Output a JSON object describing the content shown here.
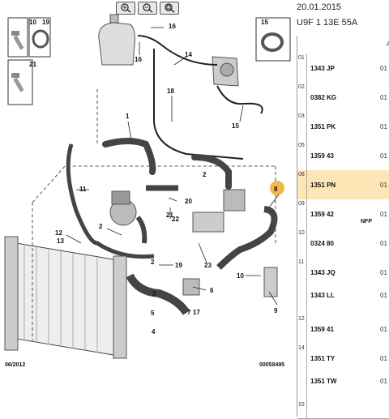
{
  "toolbar": {
    "zoom_in_label": "zoom in",
    "zoom_out_label": "zoom out",
    "zoom_fit_label": "zoom fit"
  },
  "diagram": {
    "callouts": [
      "10",
      "19",
      "21",
      "15",
      "16",
      "16",
      "14",
      "18",
      "15",
      "1",
      "11",
      "2",
      "8",
      "2",
      "20",
      "21",
      "22",
      "12",
      "2",
      "19",
      "23",
      "10",
      "6",
      "7",
      "9",
      "3",
      "5",
      "4",
      "17",
      "13"
    ],
    "footer_left": "06/2012",
    "footer_right": "00058495"
  },
  "header": {
    "date": "20.01.2015",
    "vin": "U9F 1 13E 55A"
  },
  "parts_list": {
    "column_letter": "A",
    "rows": [
      {
        "index": "01",
        "refs": [
          "1343 JP"
        ],
        "qty": "01",
        "selected": false
      },
      {
        "index": "02",
        "refs": [
          "0382 KG"
        ],
        "qty": "01",
        "selected": false
      },
      {
        "index": "03",
        "refs": [
          "1351 PK"
        ],
        "qty": "01",
        "selected": false
      },
      {
        "index": "05",
        "refs": [
          "1359 43"
        ],
        "qty": "01",
        "selected": false
      },
      {
        "index": "08",
        "refs": [
          "1351 PN"
        ],
        "qty": "01",
        "selected": true
      },
      {
        "index": "09",
        "refs": [
          "1359 42"
        ],
        "qty": "01",
        "extra": "NFP",
        "selected": false
      },
      {
        "index": "10",
        "refs": [
          "0324 80"
        ],
        "qty": "01",
        "selected": false
      },
      {
        "index": "11",
        "refs": [
          "1343 JQ",
          "1343 LL"
        ],
        "qty": "01",
        "selected": false
      },
      {
        "index": "12",
        "refs": [
          "1359 41"
        ],
        "qty": "01",
        "selected": false
      },
      {
        "index": "14",
        "refs": [
          "1351 TY",
          "1351 TW"
        ],
        "qty": "01",
        "selected": false
      },
      {
        "index": "15",
        "refs": [
          ""
        ],
        "qty": "",
        "selected": false
      }
    ]
  },
  "colors": {
    "selected_row": "#fde6b5",
    "highlight_callout": "#f4b84a"
  }
}
